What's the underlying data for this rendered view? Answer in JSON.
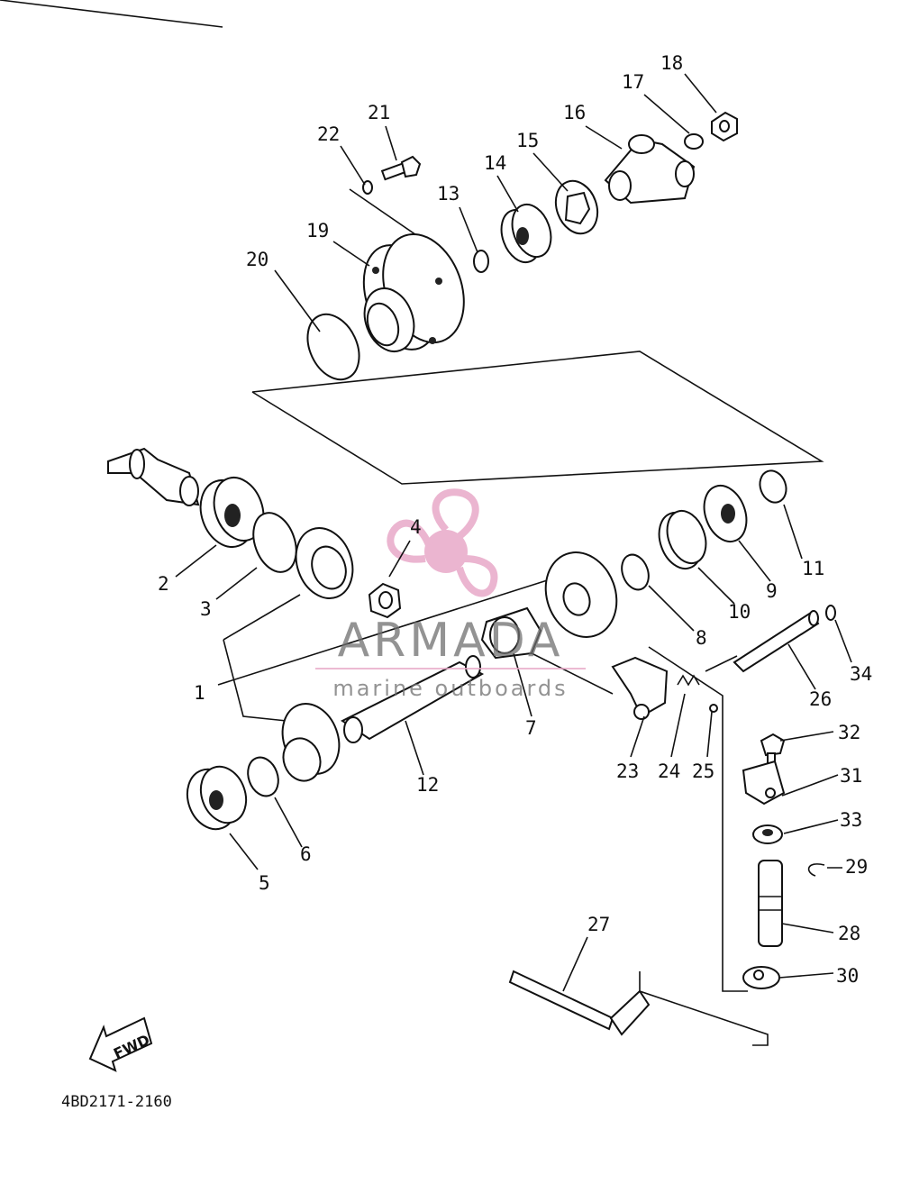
{
  "watermark": {
    "brand": "ARMADA",
    "tagline": "marine outboards",
    "logo_color": "#e8a9c8",
    "text_color": "#6f6f6f"
  },
  "direction_label": "FWD",
  "drawing_code": "4BD2171-2160",
  "callouts": [
    "1",
    "2",
    "3",
    "4",
    "5",
    "6",
    "7",
    "8",
    "9",
    "10",
    "11",
    "12",
    "13",
    "14",
    "15",
    "16",
    "17",
    "18",
    "19",
    "20",
    "21",
    "22",
    "23",
    "24",
    "25",
    "26",
    "27",
    "28",
    "29",
    "30",
    "31",
    "32",
    "33",
    "34"
  ]
}
